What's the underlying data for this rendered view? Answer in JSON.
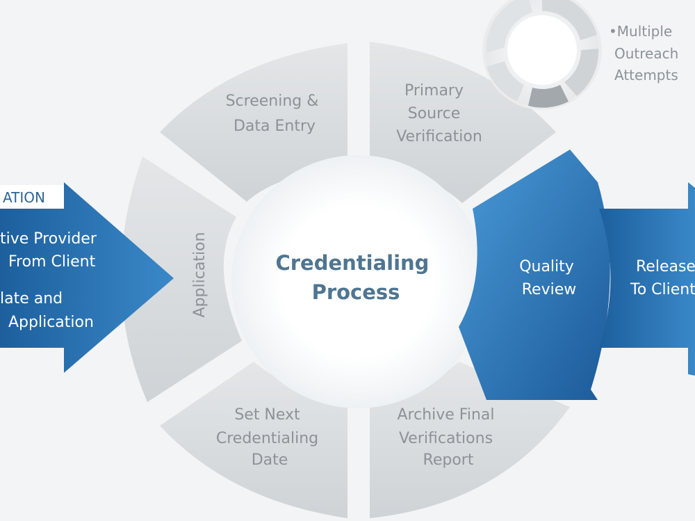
{
  "colors": {
    "segment_gray": "#d9dcdf",
    "segment_text": "#8d9297",
    "center_text": "#4f7590",
    "blue_dark": "#1d5f9d",
    "blue_light": "#3f8fd0"
  },
  "center": {
    "line1": "Credentialing",
    "line2": "Process"
  },
  "segments": {
    "screening": {
      "line1": "Screening &",
      "line2": "Data Entry"
    },
    "primary": {
      "line1": "Primary",
      "line2": "Source",
      "line3": "Verification"
    },
    "application": {
      "label": "Application"
    },
    "set_next": {
      "line1": "Set Next",
      "line2": "Credentialing",
      "line3": "Date"
    },
    "archive": {
      "line1": "Archive Final",
      "line2": "Verifications",
      "line3": "Report"
    }
  },
  "quality_review": {
    "line1": "Quality",
    "line2": "Review"
  },
  "release": {
    "line1": "Release",
    "line2": "To Client"
  },
  "intake": {
    "tab": "ATION",
    "line1": "tive Provider",
    "line2": "From Client",
    "line3": "late and",
    "line4": "Application"
  },
  "outreach_note": {
    "line1": "•Multiple",
    "line2": "Outreach",
    "line3": "Attempts"
  }
}
